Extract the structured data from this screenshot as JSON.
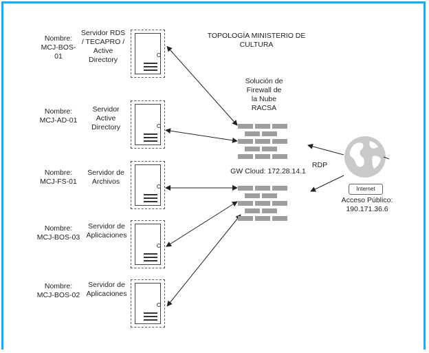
{
  "title": [
    "TOPOLOGÍA MINISTERIO DE",
    "CULTURA"
  ],
  "firewall": {
    "label": [
      "Solución de",
      "Firewall de",
      "la Nube",
      "RACSA"
    ],
    "gateway": "GW Cloud: 172.28.14.1"
  },
  "rdp_label": "RDP",
  "internet": {
    "badge": "Internet",
    "access_label": "Acceso Público:",
    "ip": "190.171.36.6"
  },
  "servers": [
    {
      "name": [
        "Nombre:",
        "MCJ-BOS-01"
      ],
      "role": [
        "Servidor RDS",
        "/ TECAPRO /",
        "Active",
        "Directory"
      ]
    },
    {
      "name": [
        "Nombre:",
        "MCJ-AD-01"
      ],
      "role": [
        "Servidor",
        "Active",
        "Directory"
      ]
    },
    {
      "name": [
        "Nombre:",
        "MCJ-FS-01"
      ],
      "role": [
        "Servidor de",
        "Archivos"
      ]
    },
    {
      "name": [
        "Nombre:",
        "MCJ-BOS-03"
      ],
      "role": [
        "Servidor de",
        "Aplicaciones"
      ]
    },
    {
      "name": [
        "Nombre:",
        "MCJ-BOS-02"
      ],
      "role": [
        "Servidor de",
        "Aplicaciones"
      ]
    }
  ],
  "colors": {
    "frame": "#29a8e0",
    "firewall": "#9e9e9e",
    "globe": "#c9c9c9"
  },
  "icons": [
    "server-icon",
    "firewall-icon",
    "globe-icon"
  ]
}
